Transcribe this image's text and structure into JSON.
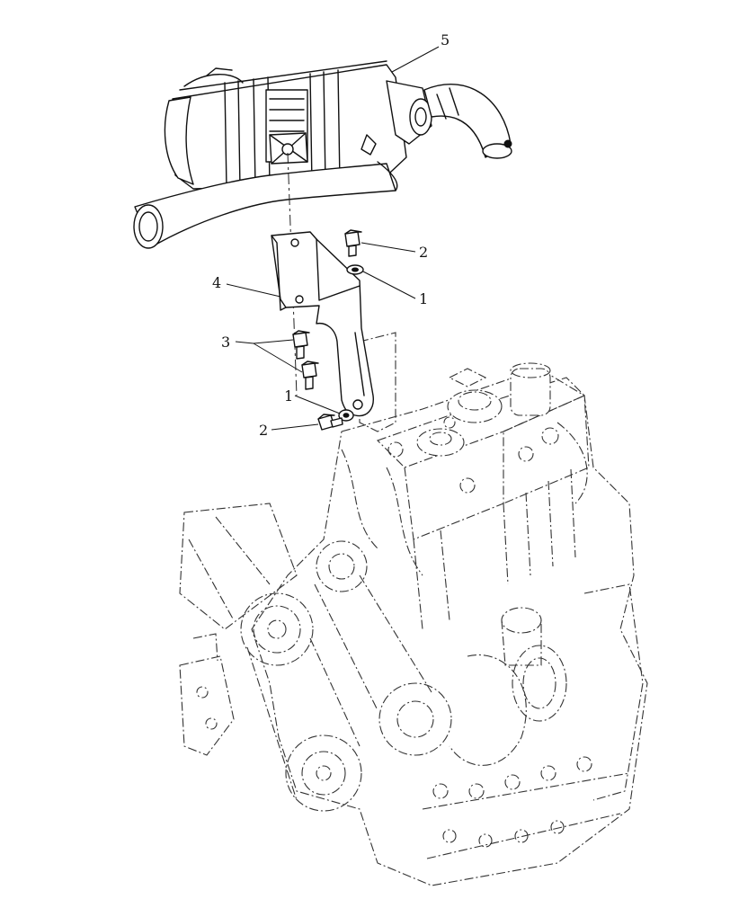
{
  "callouts": [
    {
      "id": "c5",
      "label": "5",
      "part": "air-cleaner"
    },
    {
      "id": "c2a",
      "label": "2",
      "part": "bolt-upper"
    },
    {
      "id": "c1a",
      "label": "1",
      "part": "washer-upper"
    },
    {
      "id": "c4",
      "label": "4",
      "part": "bracket"
    },
    {
      "id": "c3",
      "label": "3",
      "part": "bolts-pair"
    },
    {
      "id": "c1b",
      "label": "1",
      "part": "washer-lower"
    },
    {
      "id": "c2b",
      "label": "2",
      "part": "bolt-lower"
    }
  ],
  "colors": {
    "ink": "#111111",
    "background": "#ffffff"
  }
}
